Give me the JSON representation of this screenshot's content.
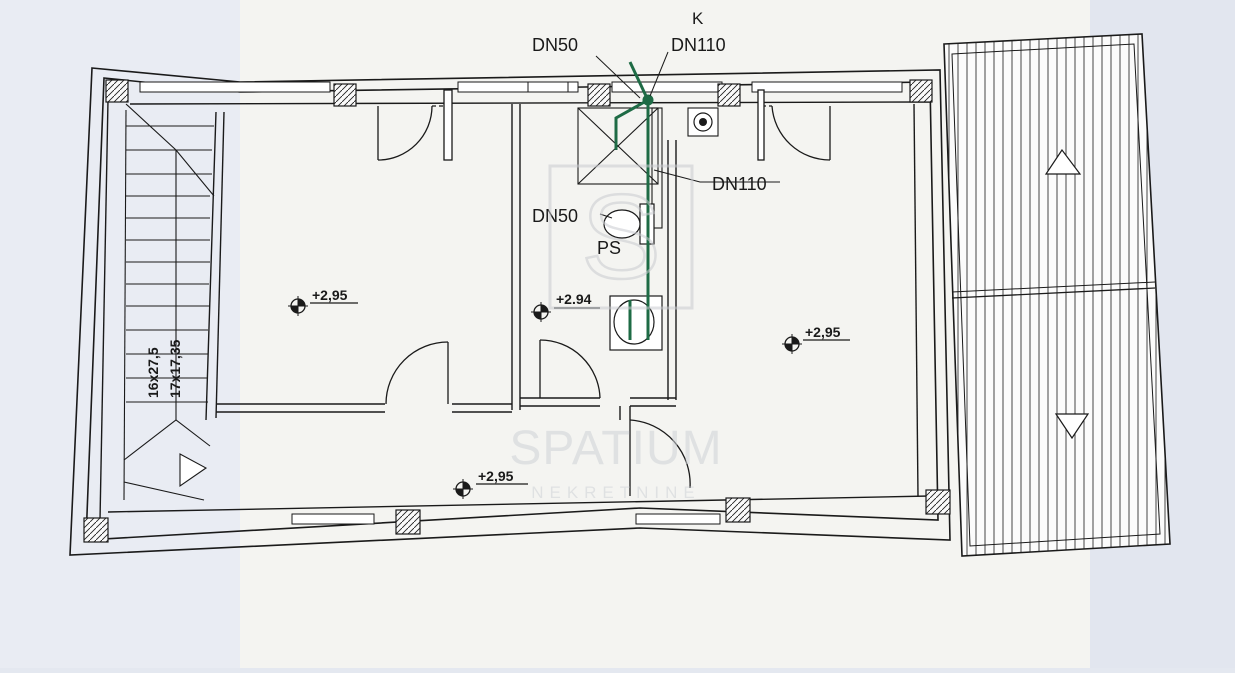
{
  "plan": {
    "annotations": {
      "pipe_k": "K",
      "pipe_dn110_top": "DN110",
      "pipe_dn50_top": "DN50",
      "pipe_dn110_right": "DN110",
      "pipe_dn50_left": "DN50",
      "fixture_ps": "PS"
    },
    "levels": {
      "left_room": "+2,95",
      "bathroom": "+2.94",
      "right_room": "+2,95",
      "corridor": "+2,95"
    },
    "stair": {
      "label_1": "16x27,5",
      "label_2": "17x17,35"
    },
    "watermark": {
      "brand": "SPATIUM",
      "subtitle": "NEKRETNINE"
    }
  },
  "colors": {
    "paper": "#f4f4f1",
    "line": "#1a1a1a",
    "pipe": "#1e6b45",
    "background": "#e4e8f0"
  }
}
